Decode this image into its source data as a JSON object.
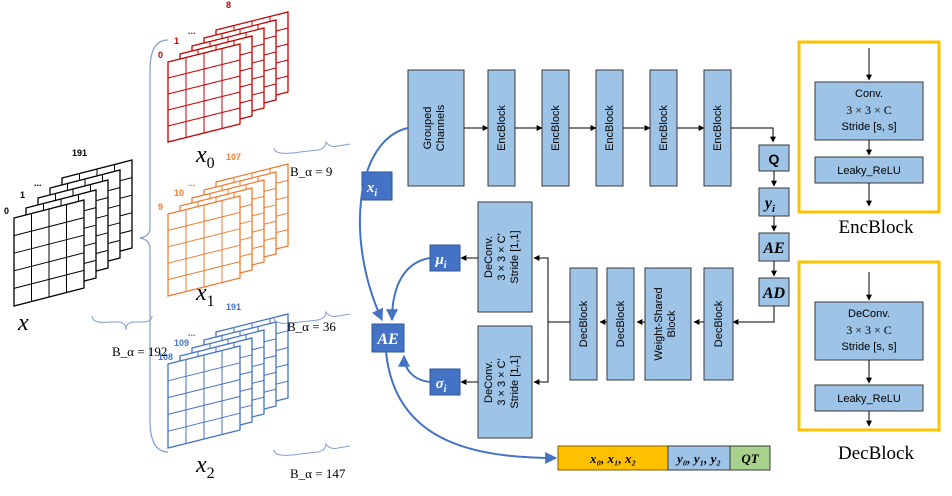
{
  "colors": {
    "block_fill": "#9dc3e6",
    "block_stroke": "#3a3a3a",
    "arrow_blue": "#4472c4",
    "panel_border": "#ffc000",
    "grid_black": "#000000",
    "grid_red": "#c00000",
    "grid_orange": "#ed7d31",
    "grid_blue": "#4472c4",
    "out_orange": "#ffc000",
    "out_blue": "#9dc3e6",
    "out_green": "#a9d18e"
  },
  "stacks": {
    "x": {
      "label": "x",
      "first": "0",
      "second": "1",
      "ellipsis": "...",
      "last": "191",
      "balpha": "B_α = 192"
    },
    "x0": {
      "label": "x",
      "sub": "0",
      "first": "0",
      "second": "1",
      "ellipsis": "...",
      "last": "8",
      "balpha": "B_α = 9"
    },
    "x1": {
      "label": "x",
      "sub": "1",
      "first": "9",
      "second": "10",
      "ellipsis": "...",
      "last": "107",
      "balpha": "B_α = 36"
    },
    "x2": {
      "label": "x",
      "sub": "2",
      "first": "108",
      "second": "109",
      "ellipsis": "...",
      "last": "191",
      "balpha": "B_α = 147"
    }
  },
  "encoder": {
    "grouped": [
      "Grouped",
      "Channels"
    ],
    "blocks": [
      "EncBlock",
      "EncBlock",
      "EncBlock",
      "EncBlock",
      "EncBlock"
    ]
  },
  "quant": {
    "q": "Q",
    "y": "y",
    "y_sub": "i",
    "ae": "AE",
    "ad": "AD"
  },
  "decoder": {
    "blocks": [
      "DecBlock",
      "DecBlock",
      "Weight-Shared Block",
      "DecBlock"
    ],
    "weight_shared": [
      "Weight-Shared",
      "Block"
    ],
    "deconv_lines": [
      "DeConv.",
      "3 × 3 × C′",
      "Stride [1,1]"
    ]
  },
  "labels": {
    "xi": "x",
    "xi_sub": "i",
    "mu": "μ",
    "mu_sub": "i",
    "sigma": "σ",
    "sigma_sub": "i",
    "ae": "AE"
  },
  "output": {
    "seg1": "x₀, x₁, x₂",
    "seg2": "y₀, y₁, y₂",
    "seg3": "QT"
  },
  "enc_panel": {
    "conv": "Conv.",
    "kernel": "3 × 3 × C",
    "stride": "Stride [s, s]",
    "act": "Leaky_ReLU",
    "caption": "EncBlock"
  },
  "dec_panel": {
    "conv": "DeConv.",
    "kernel": "3 × 3 × C",
    "stride": "Stride [s, s]",
    "act": "Leaky_ReLU",
    "caption": "DecBlock"
  }
}
